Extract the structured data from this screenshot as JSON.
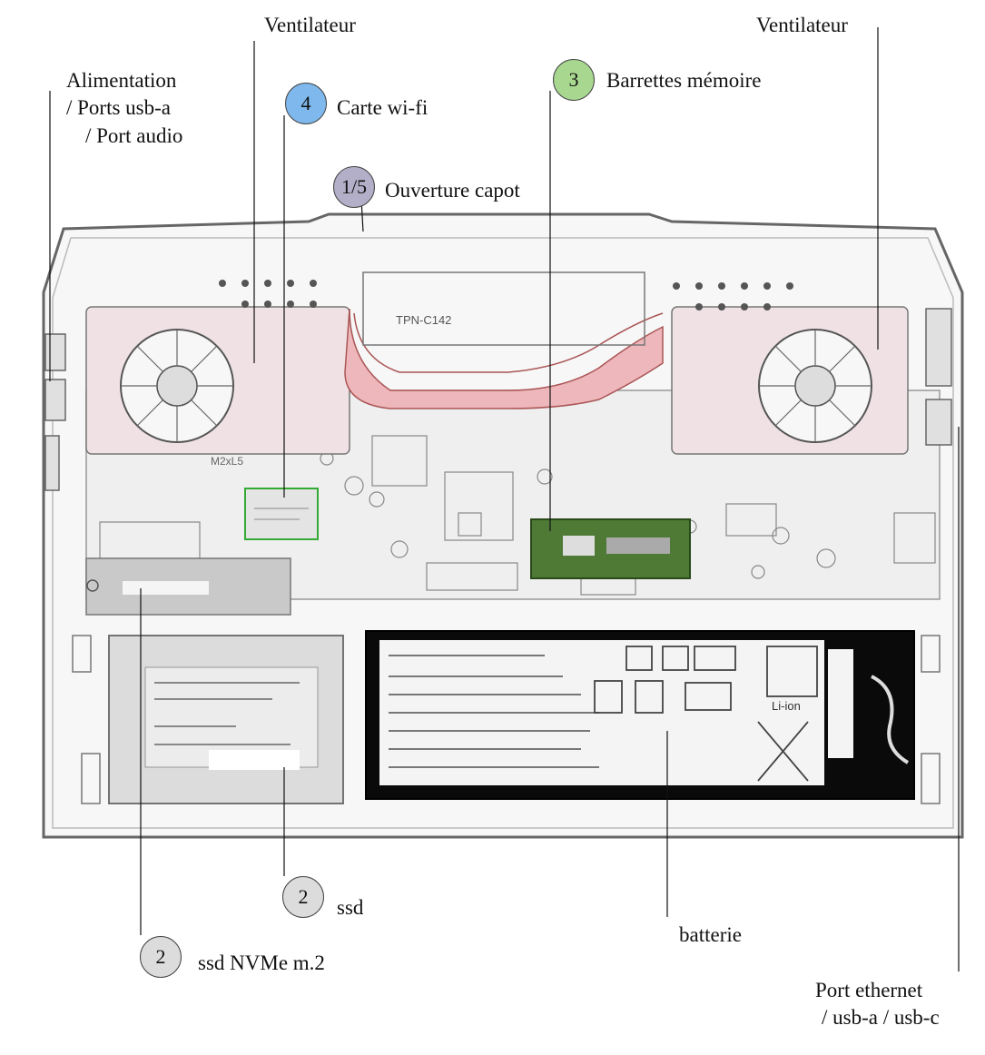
{
  "labels": {
    "alimentation_line1": "Alimentation",
    "alimentation_line2": "/ Ports usb-a",
    "alimentation_line3": "/ Port audio",
    "ventilateur_left": "Ventilateur",
    "ventilateur_right": "Ventilateur",
    "carte_wifi": "Carte wi-fi",
    "barrettes_memoire": "Barrettes mémoire",
    "ouverture_capot": "Ouverture capot",
    "ssd": "ssd",
    "ssd_nvme": "ssd NVMe m.2",
    "batterie": "batterie",
    "port_ethernet_line1": "Port ethernet",
    "port_ethernet_line2": "/ usb-a / usb-c"
  },
  "badges": {
    "wifi": {
      "text": "4",
      "color": "#7fb8ec"
    },
    "memoire": {
      "text": "3",
      "color": "#a8d890"
    },
    "capot": {
      "text": "1/5",
      "color": "#b3afc8"
    },
    "ssd": {
      "text": "2",
      "color": "#dcdcdc"
    },
    "nvme": {
      "text": "2",
      "color": "#dcdcdc"
    }
  },
  "board_text": {
    "model": "TPN-C142",
    "fan_mark": "M2xL5",
    "battery_chem": "Li-ion"
  },
  "colors": {
    "fan_housing": "#f0e2e4",
    "heatpipe": "#eeb7bb",
    "ram_module": "#4e7a36",
    "battery": "#0a0a0a",
    "ssd_shield": "#c9c9c9"
  }
}
